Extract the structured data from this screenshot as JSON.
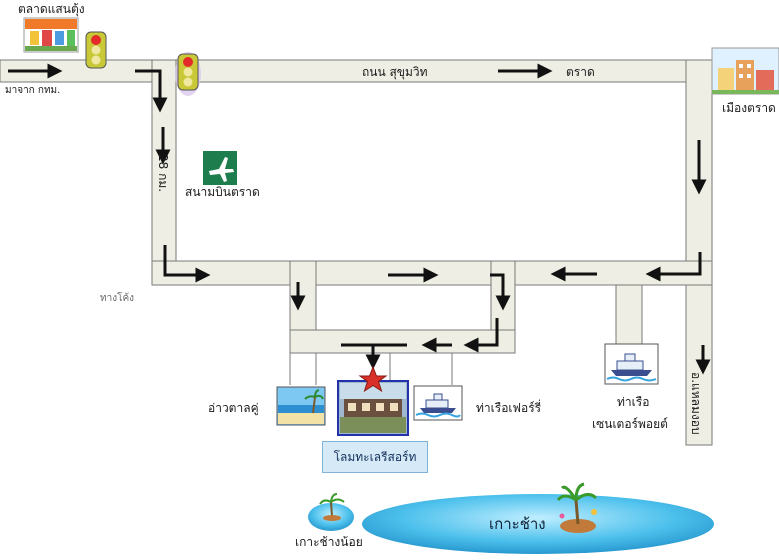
{
  "labels": {
    "market": "ตลาดแสนตุ้ง",
    "from_bkk": "มาจาก กทม.",
    "road_sukhumvit": "ถนน สุขุมวิท",
    "trat": "ตราด",
    "trat_city": "เมืองตราด",
    "km28": "28 กม.",
    "airport": "สนามบินตราด",
    "curve": "ทางโค้ง",
    "ao_tan_ku": "อ่าวตาลคู่",
    "ferry_pier": "ท่าเรือเฟอร์รี่",
    "centerpoint_pier_line1": "ท่าเรือ",
    "centerpoint_pier_line2": "เซนเตอร์พอยต์",
    "laem_ngop": "อ.แหลมงอบ",
    "resort": "โลมทะเลรีสอร์ท",
    "koh_chang": "เกาะช้าง",
    "koh_chang_noi": "เกาะช้างน้อย"
  },
  "icons": {
    "traffic_light": "traffic-light-icon",
    "airport": "airplane-icon",
    "ship": "ship-icon",
    "resort_marker": "star-icon"
  },
  "colors": {
    "road": "#eeeee4",
    "road_edge": "#7a7a7a",
    "arrow": "#111111",
    "airport_green": "#1e7d4c",
    "sea": "#38b6e8",
    "resort_star": "#d9302a"
  }
}
